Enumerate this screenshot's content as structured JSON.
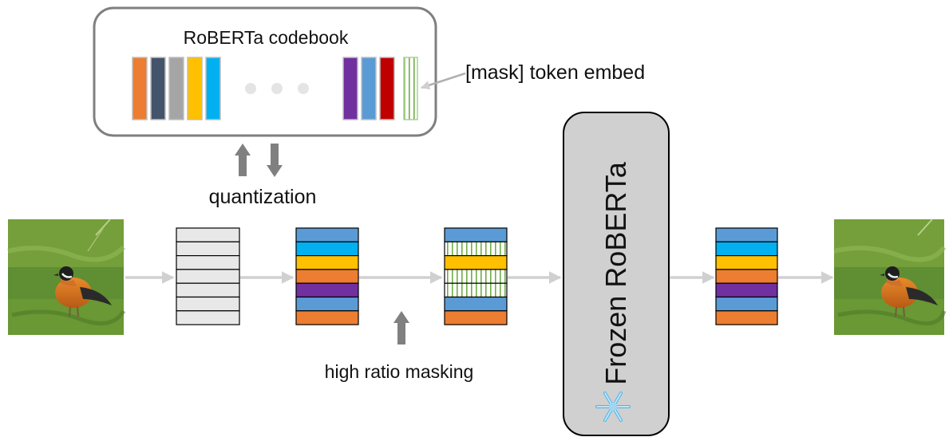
{
  "codebook": {
    "title": "RoBERTa codebook",
    "left_colors": [
      "#ED7D31",
      "#44546A",
      "#A5A5A5",
      "#FFC000",
      "#00B0F0"
    ],
    "ellipsis_color": "#E4E4E4",
    "right_colors": [
      "#7030A0",
      "#5B9BD5",
      "#C00000"
    ]
  },
  "mask_token_label": "[mask] token embed",
  "quantization_label": "quantization",
  "masking_label": "high ratio masking",
  "frozen_model_label": "Frozen RoBERTa",
  "frozen_icon": "snowflake-icon",
  "token_colors": [
    "#5B9BD5",
    "#00B0F0",
    "#FFC000",
    "#ED7D31",
    "#7030A0",
    "#5B9BD5",
    "#ED7D31"
  ],
  "masked_pattern": [
    false,
    true,
    false,
    true,
    true,
    false,
    false
  ],
  "colors": {
    "mask_stripe": "#70AD47",
    "arrow": "#D0D0D0",
    "up_down_arrow": "#808080",
    "frozen_box": "#D0D0D0",
    "empty_token": "#E8E8E8"
  }
}
